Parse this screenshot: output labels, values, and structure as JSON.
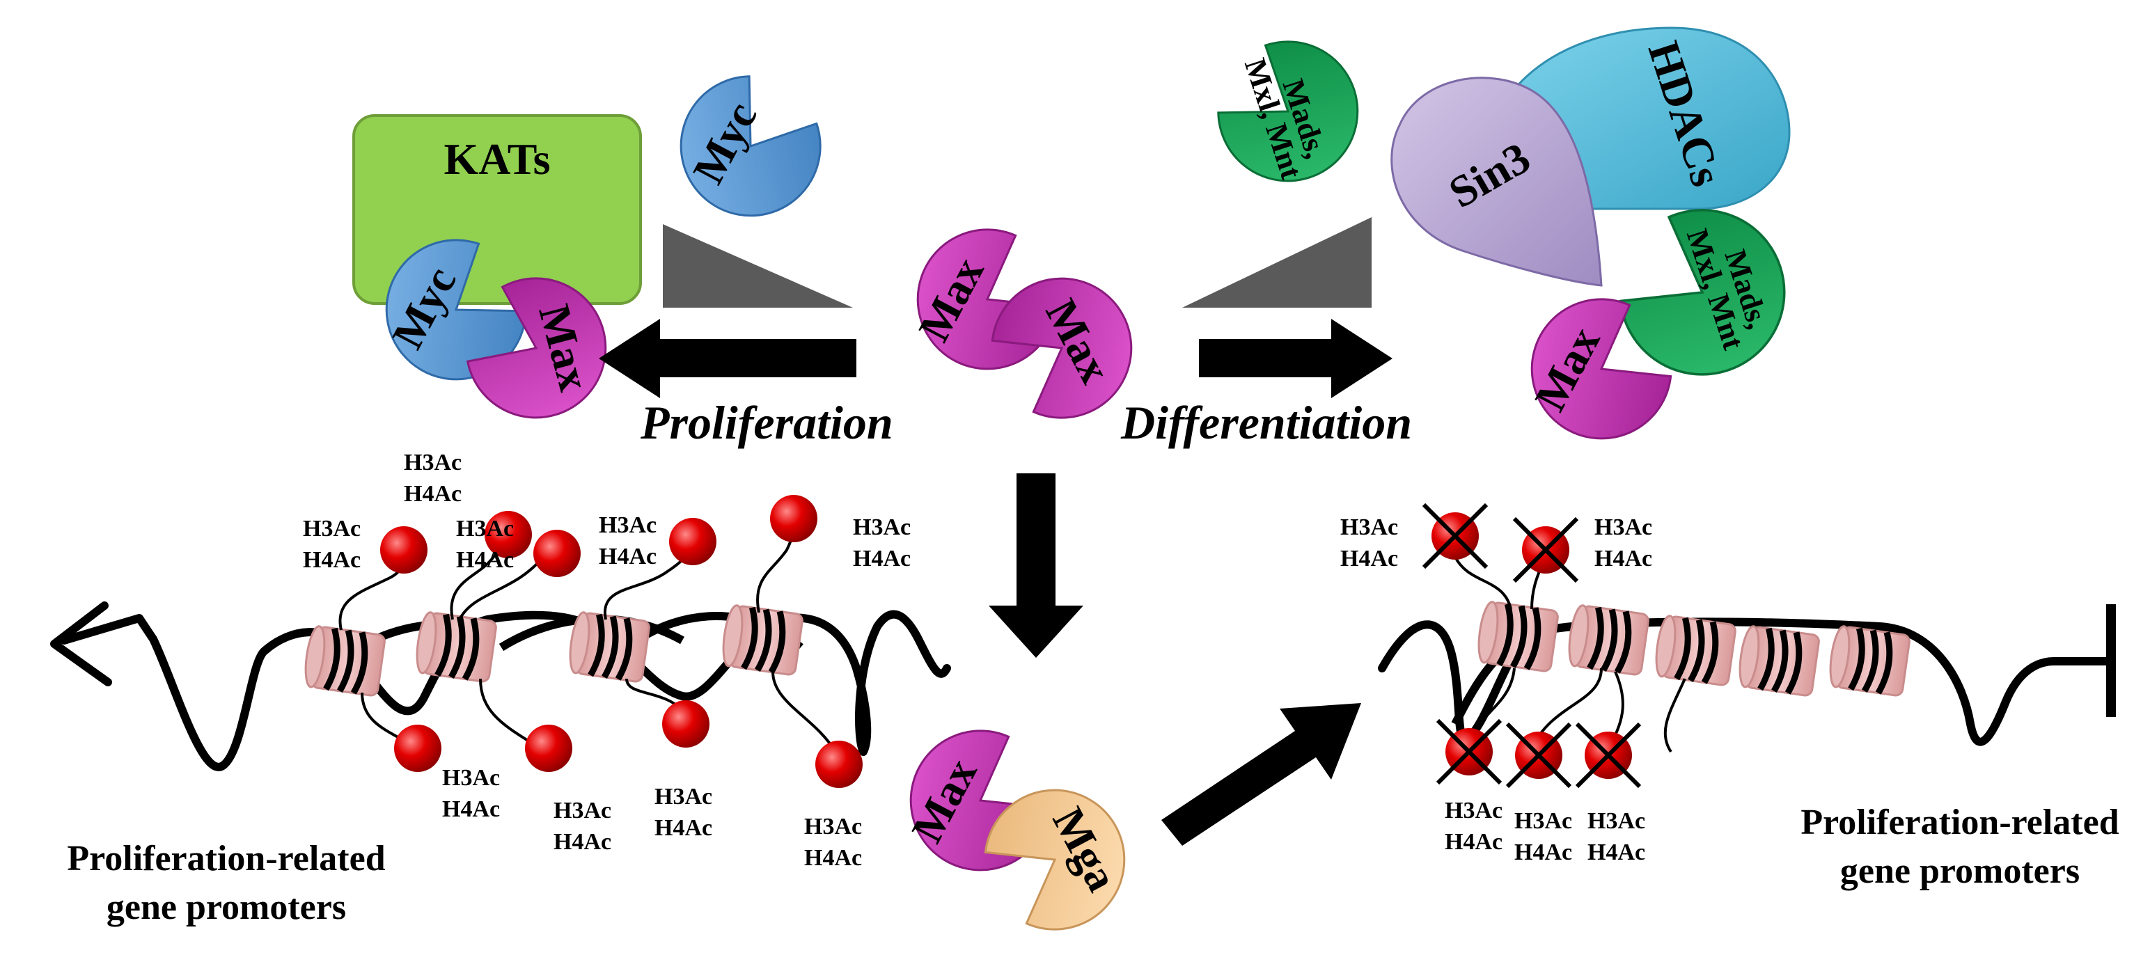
{
  "proteins": {
    "kats": "KATs",
    "myc": "Myc",
    "max": "Max",
    "mads": [
      "Mads,",
      "Mxl, Mnt"
    ],
    "sin3": "Sin3",
    "hdacs": "HDACs",
    "mga": "Mga"
  },
  "processes": {
    "proliferation": "Proliferation",
    "differentiation": "Differentiation"
  },
  "acetyl_marks": [
    "H3Ac",
    "H4Ac"
  ],
  "captions": {
    "left": [
      "Proliferation-related",
      "gene promoters"
    ],
    "right": [
      "Proliferation-related",
      "gene promoters"
    ]
  },
  "colors": {
    "kats": "#92d050",
    "myc": "#5b9bd5",
    "max": "#c832b4",
    "mads": "#1aa65a",
    "sin3": "#b9a8d6",
    "hdacs": "#5bc0de",
    "mga": "#f8cb95",
    "acetyl": "#e30000",
    "nucleosome": "#e6b2b2",
    "wedge": "#5a5a5a"
  }
}
